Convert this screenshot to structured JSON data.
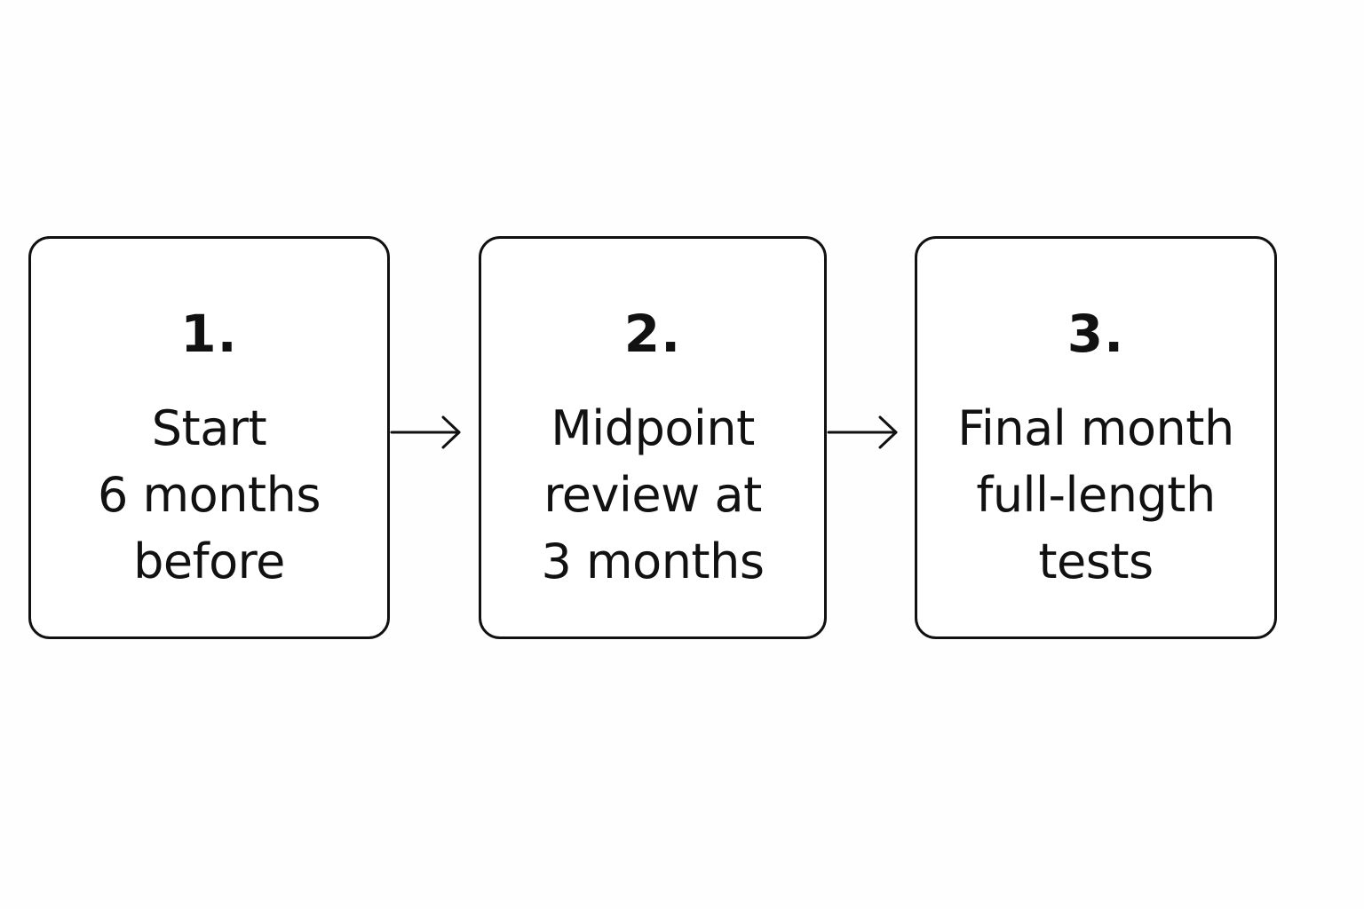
{
  "steps": [
    {
      "number": "1.",
      "lines": [
        "Start",
        "6 months",
        "before"
      ]
    },
    {
      "number": "2.",
      "lines": [
        "Midpoint",
        "review at",
        "3 months"
      ]
    },
    {
      "number": "3.",
      "lines": [
        "Final month",
        "full-length",
        "tests"
      ]
    }
  ],
  "colors": {
    "stroke": "#111111",
    "text": "#111111",
    "background": "#fefefe"
  },
  "icons": {
    "connector": "arrow-right-icon"
  }
}
